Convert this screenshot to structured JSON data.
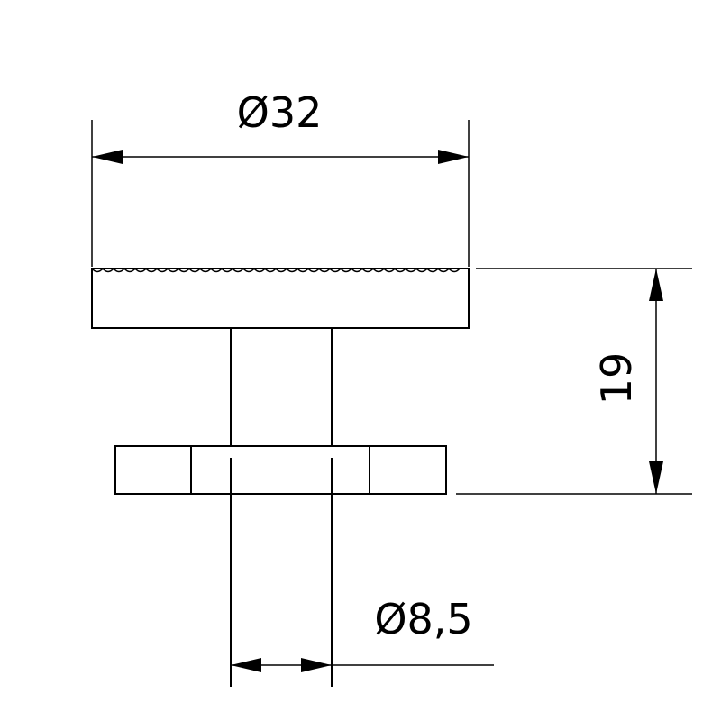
{
  "drawing": {
    "colors": {
      "line": "#000000",
      "background": "#ffffff"
    },
    "dimensions": {
      "head_diameter": {
        "symbol": "Ø",
        "value": "32"
      },
      "height": {
        "value": "19"
      },
      "shaft_diameter": {
        "symbol": "Ø",
        "value": "8,5"
      }
    }
  }
}
